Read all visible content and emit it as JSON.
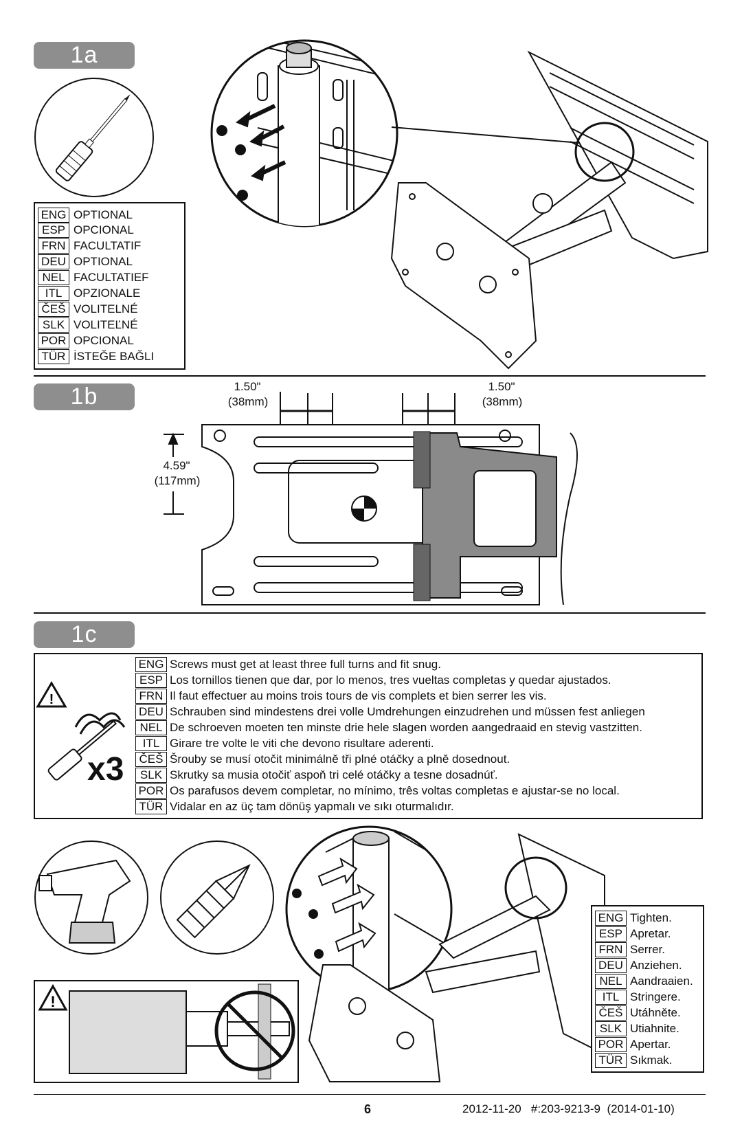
{
  "steps": {
    "s1a": "1a",
    "s1b": "1b",
    "s1c": "1c"
  },
  "optional_table": [
    {
      "code": "ENG",
      "text": "OPTIONAL"
    },
    {
      "code": "ESP",
      "text": "OPCIONAL"
    },
    {
      "code": "FRN",
      "text": "FACULTATIF"
    },
    {
      "code": "DEU",
      "text": "OPTIONAL"
    },
    {
      "code": "NEL",
      "text": "FACULTATIEF"
    },
    {
      "code": "ITL",
      "text": "OPZIONALE"
    },
    {
      "code": "ČEŠ",
      "text": "VOLITELNÉ"
    },
    {
      "code": "SLK",
      "text": "VOLITEĽNÉ"
    },
    {
      "code": "POR",
      "text": "OPCIONAL"
    },
    {
      "code": "TÜR",
      "text": "İSTEĞE BAĞLI"
    }
  ],
  "dimensions": {
    "left_top": "1.50\"",
    "left_bottom": "(38mm)",
    "right_top": "1.50\"",
    "right_bottom": "(38mm)",
    "vertical_top": "4.59\"",
    "vertical_bottom": "(117mm)"
  },
  "warning_table": [
    {
      "code": "ENG",
      "text": "Screws must get at least three full turns and fit snug."
    },
    {
      "code": "ESP",
      "text": "Los tornillos tienen que dar, por lo menos, tres vueltas completas y quedar ajustados."
    },
    {
      "code": "FRN",
      "text": "Il faut effectuer au moins trois tours de vis complets et bien serrer les vis."
    },
    {
      "code": "DEU",
      "text": "Schrauben sind mindestens drei volle Umdrehungen einzudrehen und müssen fest anliegen"
    },
    {
      "code": "NEL",
      "text": "De schroeven moeten ten minste drie hele slagen worden aangedraaid en stevig vastzitten."
    },
    {
      "code": "ITL",
      "text": "Girare tre volte le viti che devono risultare aderenti."
    },
    {
      "code": "ČEŠ",
      "text": "Šrouby se musí otočit minimálně tři plné otáčky a plně dosednout."
    },
    {
      "code": "SLK",
      "text": "Skrutky sa musia otočiť aspoň tri celé otáčky a tesne dosadnúť."
    },
    {
      "code": "POR",
      "text": "Os parafusos devem completar, no mínimo, três voltas completas e ajustar-se no local."
    },
    {
      "code": "TÜR",
      "text": "Vidalar en az üç tam dönüş yapmalı ve sıkı oturmalıdır."
    }
  ],
  "multiplier": "x3",
  "tighten_table": [
    {
      "code": "ENG",
      "text": "Tighten."
    },
    {
      "code": "ESP",
      "text": "Apretar."
    },
    {
      "code": "FRN",
      "text": "Serrer."
    },
    {
      "code": "DEU",
      "text": "Anziehen."
    },
    {
      "code": "NEL",
      "text": "Aandraaien."
    },
    {
      "code": "ITL",
      "text": "Stringere."
    },
    {
      "code": "ČEŠ",
      "text": "Utáhněte."
    },
    {
      "code": "SLK",
      "text": "Utiahnite."
    },
    {
      "code": "POR",
      "text": "Apertar."
    },
    {
      "code": "TÜR",
      "text": "Sıkmak."
    }
  ],
  "footer": {
    "page_number": "6",
    "doc_info": "2012-11-20   #:203-9213-9  (2014-01-10)"
  }
}
